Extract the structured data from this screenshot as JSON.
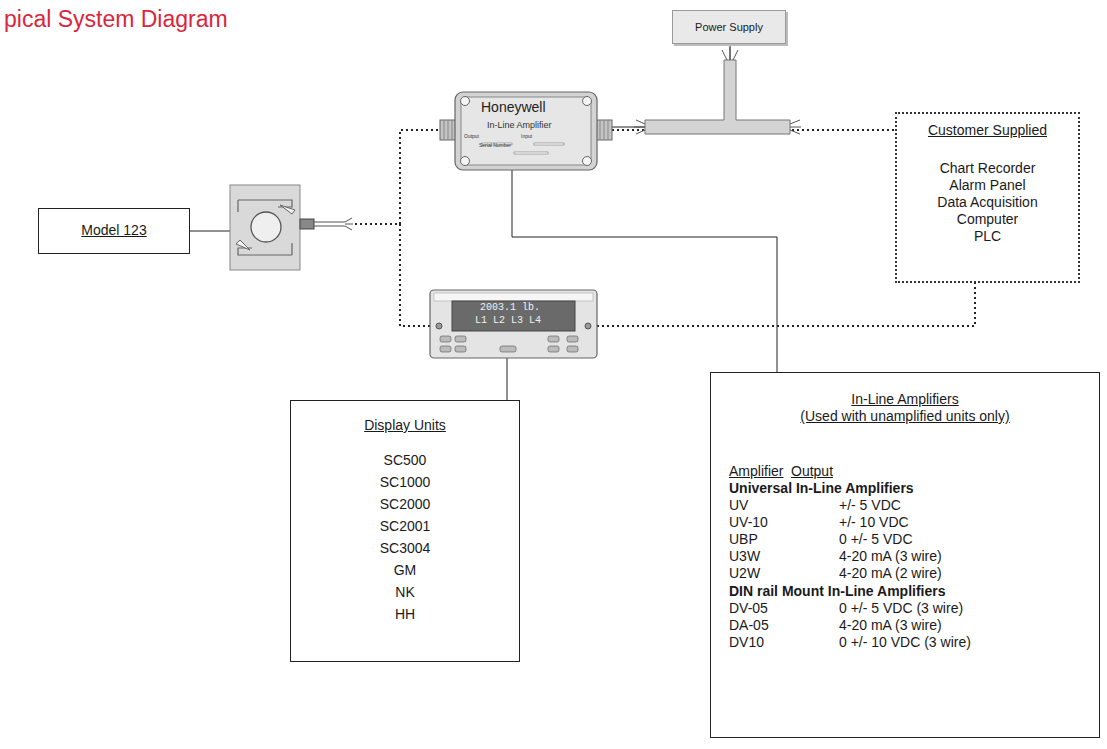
{
  "diagram": {
    "title": "pical System Diagram",
    "nodes": [
      {
        "text": [
          "Power Supply"
        ]
      },
      {
        "text": [
          "Honeywell",
          "In-Line Amplifier",
          "Output",
          "Input",
          "Serial Number"
        ]
      },
      {
        "text": [
          "Model 123"
        ]
      },
      {
        "text": [
          "Customer Supplied",
          "Chart Recorder",
          "Alarm Panel",
          "Data Acquisition",
          "Computer",
          "PLC"
        ]
      },
      {
        "text": [
          "2003.1 lb.",
          "L1 L2 L3 L4"
        ]
      },
      {
        "text": [
          "Display Units",
          "SC500",
          "SC1000",
          "SC2000",
          "SC2001",
          "SC3004",
          "GM",
          "NK",
          "HH"
        ]
      },
      {
        "text": [
          "In-Line Amplifiers",
          "(Used with unamplified units only)",
          "Amplifier",
          "Output",
          "Universal In-Line Amplifiers",
          "UV",
          "+/- 5 VDC",
          "UV-10",
          "+/- 10 VDC",
          "UBP",
          "0 +/- 5 VDC",
          "U3W",
          "4-20 mA (3 wire)",
          "U2W",
          "4-20 mA (2 wire)",
          "DIN rail Mount In-Line Amplifiers",
          "DV-05",
          "0 +/- 5 VDC (3 wire)",
          "DA-05",
          "4-20 mA (3 wire)",
          "DV10",
          "0 +/- 10 VDC (3 wire)"
        ]
      }
    ],
    "edges": [
      {
        "from": 0,
        "to": 1,
        "arrow": "none"
      },
      {
        "from": 1,
        "to": 3,
        "arrow": "none"
      },
      {
        "from": 4,
        "to": 3,
        "arrow": "none"
      },
      {
        "from": 5,
        "to": 4,
        "arrow": "none"
      },
      {
        "from": 6,
        "to": 1,
        "arrow": "none"
      }
    ]
  }
}
